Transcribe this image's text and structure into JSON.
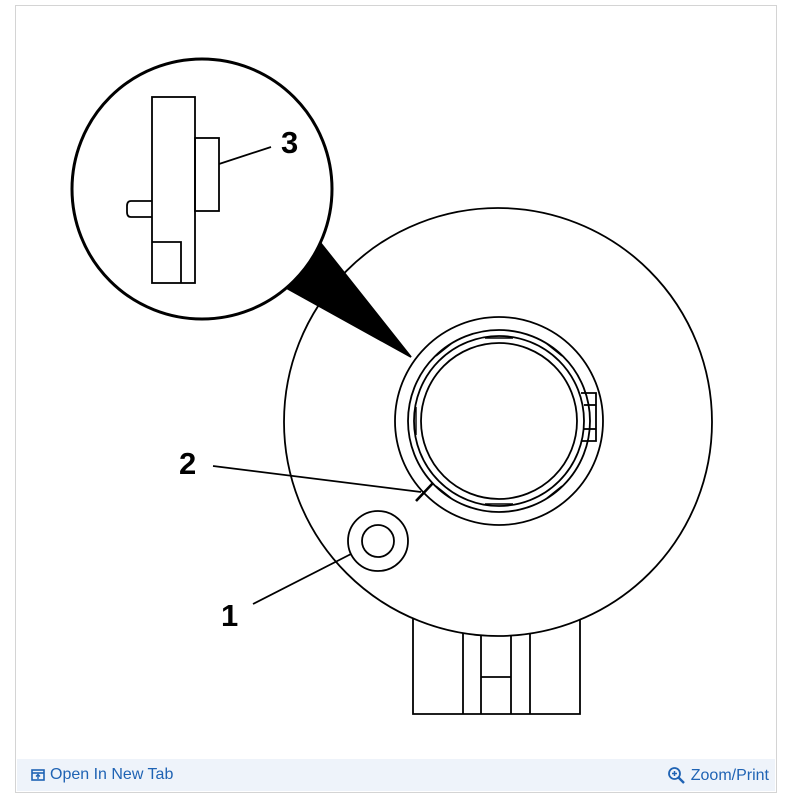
{
  "figure": {
    "callouts": [
      "1",
      "2",
      "3"
    ]
  },
  "footer": {
    "open_new_tab": {
      "label": "Open In New Tab",
      "icon": "open-new-tab-icon"
    },
    "zoom_print": {
      "label": "Zoom/Print",
      "icon": "zoom-icon"
    }
  },
  "colors": {
    "link": "#1f63b4",
    "footer_bg": "#eef3fa",
    "border": "#d4d4d4"
  }
}
